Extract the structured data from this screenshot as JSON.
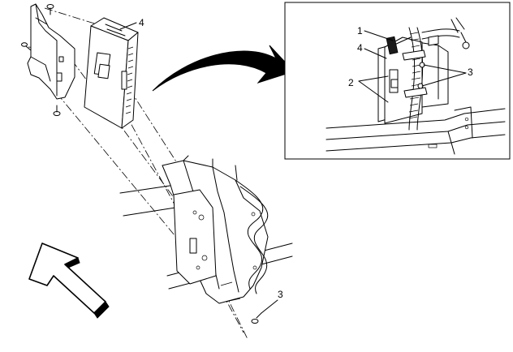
{
  "callouts": {
    "module_label": "4",
    "bolt_label": "3",
    "inset_labels": [
      "1",
      "4",
      "2",
      "3"
    ]
  }
}
